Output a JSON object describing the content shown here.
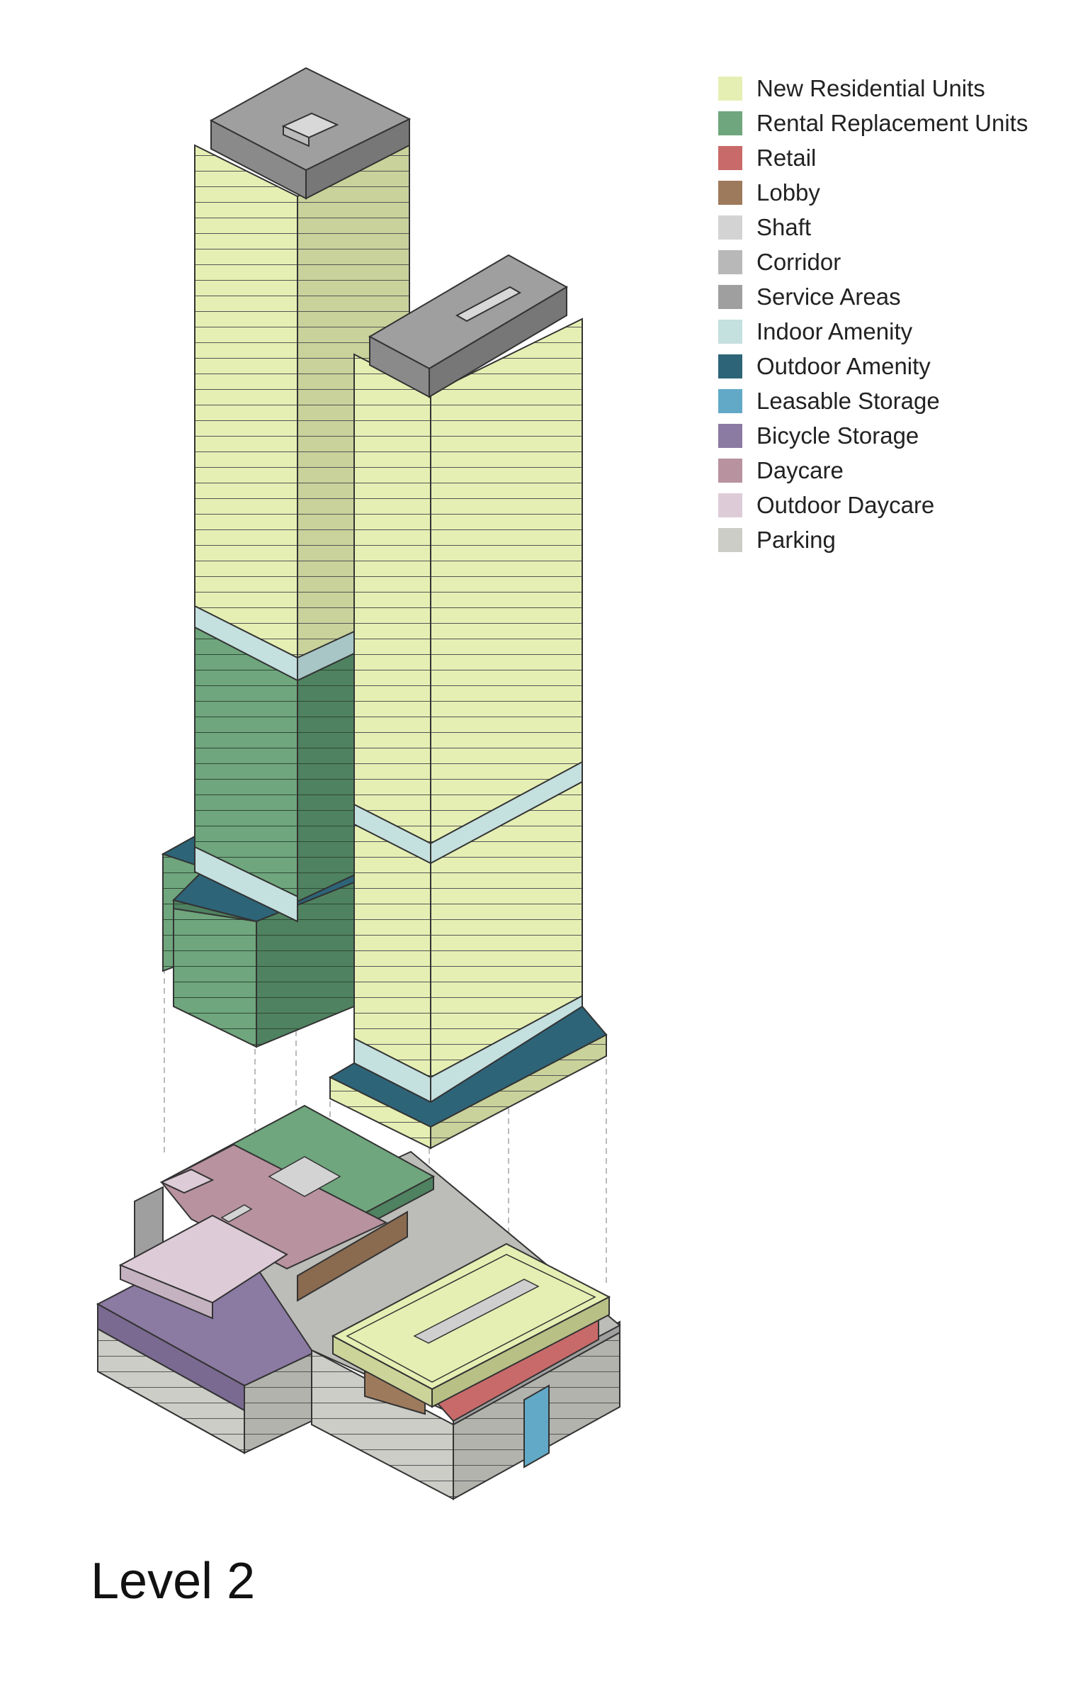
{
  "legend": {
    "items": [
      {
        "label": "New Residential Units",
        "color": "#e6efb3"
      },
      {
        "label": "Rental Replacement Units",
        "color": "#6fa67d"
      },
      {
        "label": "Retail",
        "color": "#c96a6a"
      },
      {
        "label": "Lobby",
        "color": "#9e7a5c"
      },
      {
        "label": "Shaft",
        "color": "#d3d3d3"
      },
      {
        "label": "Corridor",
        "color": "#b8b8b8"
      },
      {
        "label": "Service Areas",
        "color": "#9f9f9f"
      },
      {
        "label": "Indoor Amenity",
        "color": "#c4e0df"
      },
      {
        "label": "Outdoor Amenity",
        "color": "#2d6478"
      },
      {
        "label": "Leasable Storage",
        "color": "#62a9c7"
      },
      {
        "label": "Bicycle Storage",
        "color": "#8b7aa2"
      },
      {
        "label": "Daycare",
        "color": "#b8929f"
      },
      {
        "label": "Outdoor Daycare",
        "color": "#ddccd8"
      },
      {
        "label": "Parking",
        "color": "#cdcdc8"
      }
    ]
  },
  "title": "Level 2"
}
